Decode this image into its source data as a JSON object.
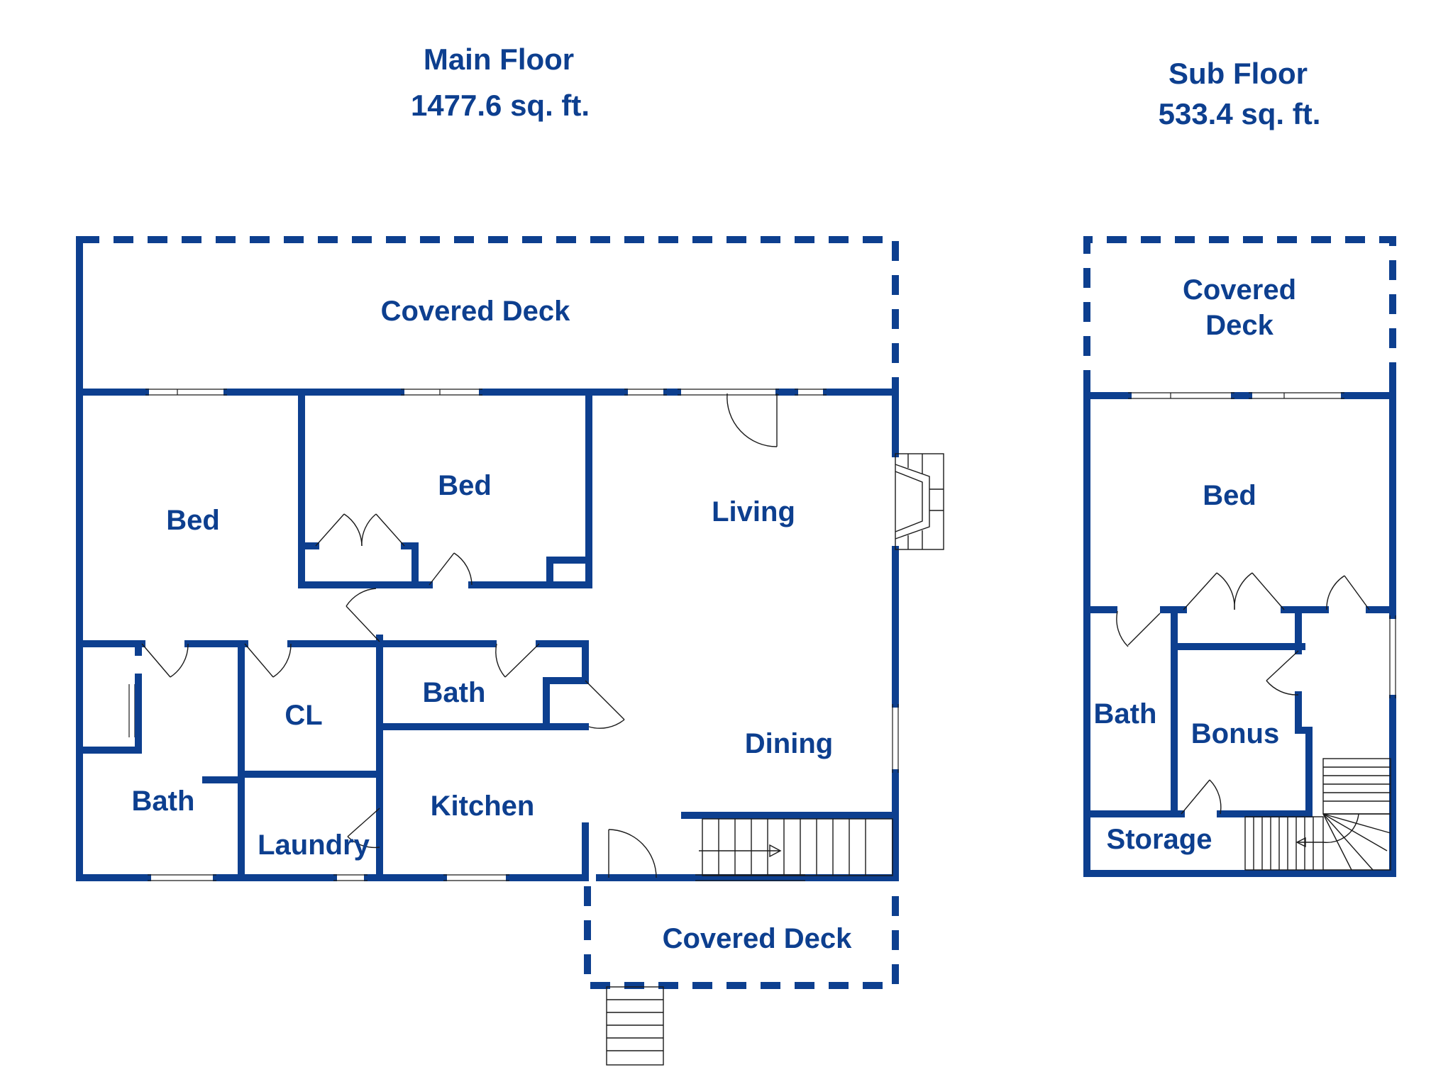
{
  "main_floor": {
    "title": "Main Floor",
    "area": "1477.6 sq. ft.",
    "rooms": {
      "covered_deck_top": "Covered Deck",
      "bed_left": "Bed",
      "bed_center": "Bed",
      "living": "Living",
      "bath_left": "Bath",
      "closet": "CL",
      "bath_center": "Bath",
      "kitchen": "Kitchen",
      "dining": "Dining",
      "laundry": "Laundry",
      "covered_deck_bottom": "Covered Deck"
    }
  },
  "sub_floor": {
    "title": "Sub Floor",
    "area": "533.4 sq. ft.",
    "rooms": {
      "covered_deck_line1": "Covered",
      "covered_deck_line2": "Deck",
      "bed": "Bed",
      "bath": "Bath",
      "bonus": "Bonus",
      "storage": "Storage"
    }
  },
  "colors": {
    "wall": "#0d3f8f",
    "label": "#0d3f8f",
    "background": "#ffffff"
  }
}
